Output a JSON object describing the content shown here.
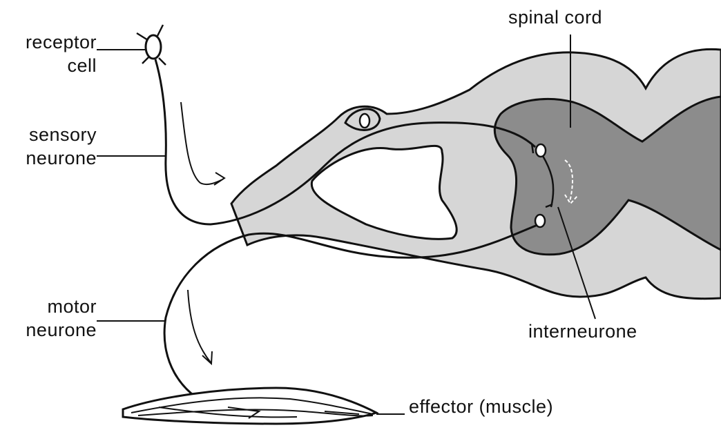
{
  "labels": {
    "receptor_line1": "receptor",
    "receptor_line2": "cell",
    "sensory_line1": "sensory",
    "sensory_line2": "neurone",
    "motor_line1": "motor",
    "motor_line2": "neurone",
    "spinal_cord": "spinal cord",
    "interneurone": "interneurone",
    "effector": "effector (muscle)"
  },
  "colors": {
    "white_matter": "#d6d6d6",
    "grey_matter": "#8c8c8c",
    "outline": "#111111",
    "background": "#ffffff"
  }
}
